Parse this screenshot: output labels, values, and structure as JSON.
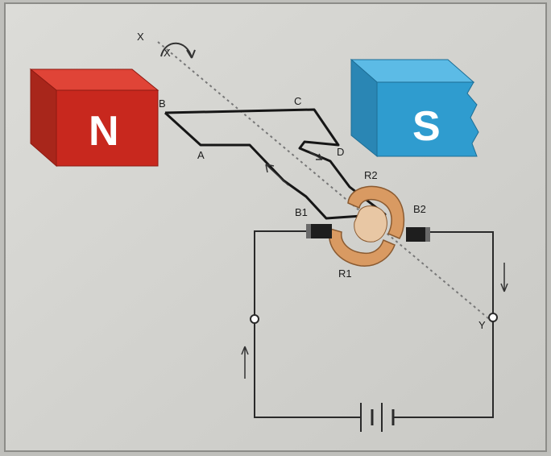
{
  "magnets": {
    "north": {
      "label": "N",
      "color": "#c8281e"
    },
    "south": {
      "label": "S",
      "color": "#2f9ccf"
    }
  },
  "coil": {
    "corner_labels": {
      "a": "A",
      "b": "B",
      "c": "C",
      "d": "D"
    }
  },
  "axis": {
    "x_label": "X",
    "y_label": "Y"
  },
  "commutator": {
    "ring_labels": {
      "r1": "R1",
      "r2": "R2"
    },
    "color": "#d99a62"
  },
  "brushes": {
    "b1": "B1",
    "b2": "B2"
  }
}
